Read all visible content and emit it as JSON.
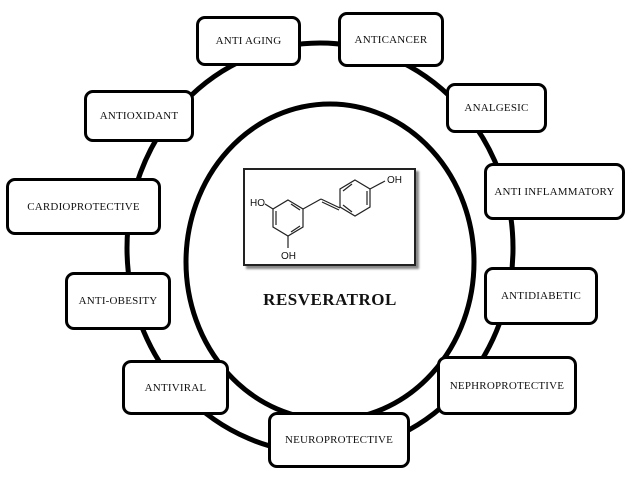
{
  "center": {
    "title": "RESVERATROL",
    "structure_labels": {
      "ho_left": "HO",
      "oh_right": "OH",
      "oh_bottom": "OH"
    }
  },
  "activities": [
    "ANTI AGING",
    "ANTICANCER",
    "ANALGESIC",
    "ANTI INFLAMMATORY",
    "ANTIDIABETIC",
    "NEPHROPROTECTIVE",
    "NEUROPROTECTIVE",
    "ANTIVIRAL",
    "ANTI-OBESITY",
    "CARDIOPROTECTIVE",
    "ANTIOXIDANT"
  ]
}
